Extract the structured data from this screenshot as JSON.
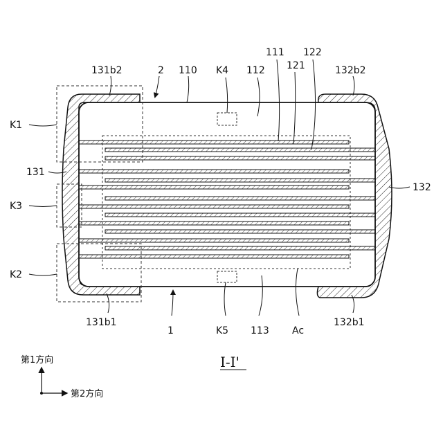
{
  "figure": {
    "caption": "I-I'",
    "labels": {
      "l131b2": "131b2",
      "l2": "2",
      "l110": "110",
      "lK4": "K4",
      "l112": "112",
      "l111": "111",
      "l121": "121",
      "l122": "122",
      "l132b2": "132b2",
      "lK1": "K1",
      "l131": "131",
      "l132": "132",
      "lK3": "K3",
      "lK2": "K2",
      "l131b1": "131b1",
      "l1": "1",
      "lK5": "K5",
      "l113": "113",
      "lAc": "Ac",
      "l132b1": "132b1"
    },
    "axes": {
      "first_direction": "第1方向",
      "second_direction": "第2方向"
    }
  }
}
